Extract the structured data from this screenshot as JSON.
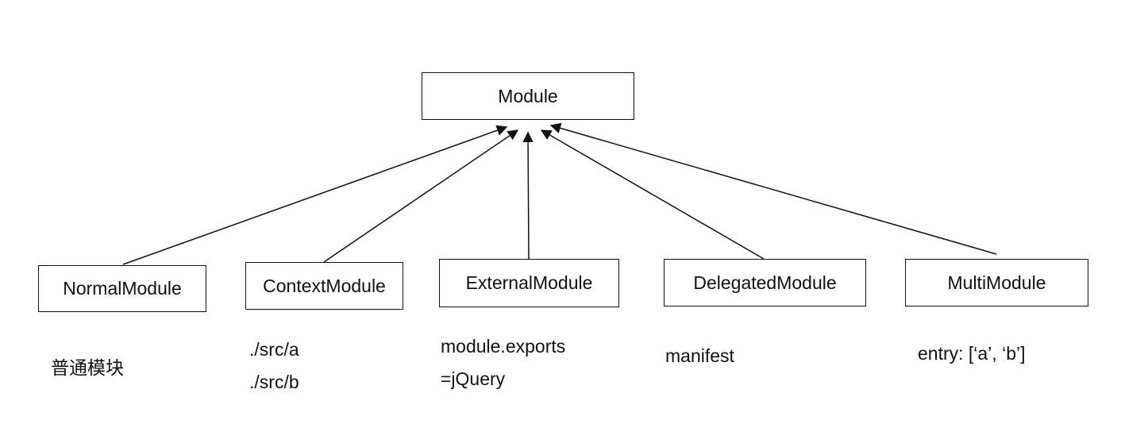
{
  "root": {
    "label": "Module"
  },
  "children": [
    {
      "label": "NormalModule",
      "note": [
        "普通模块"
      ]
    },
    {
      "label": "ContextModule",
      "note": [
        "./src/a",
        "./src/b"
      ]
    },
    {
      "label": "ExternalModule",
      "note": [
        "module.exports",
        "=jQuery"
      ]
    },
    {
      "label": "DelegatedModule",
      "note": [
        "manifest"
      ]
    },
    {
      "label": "MultiModule",
      "note": [
        "entry: [‘a’, ‘b’]"
      ]
    }
  ],
  "edges": [
    {
      "from": "NormalModule",
      "to": "Module",
      "type": "inheritance-arrow"
    },
    {
      "from": "ContextModule",
      "to": "Module",
      "type": "inheritance-arrow"
    },
    {
      "from": "ExternalModule",
      "to": "Module",
      "type": "inheritance-arrow"
    },
    {
      "from": "DelegatedModule",
      "to": "Module",
      "type": "inheritance-arrow"
    },
    {
      "from": "MultiModule",
      "to": "Module",
      "type": "inheritance-arrow"
    }
  ]
}
